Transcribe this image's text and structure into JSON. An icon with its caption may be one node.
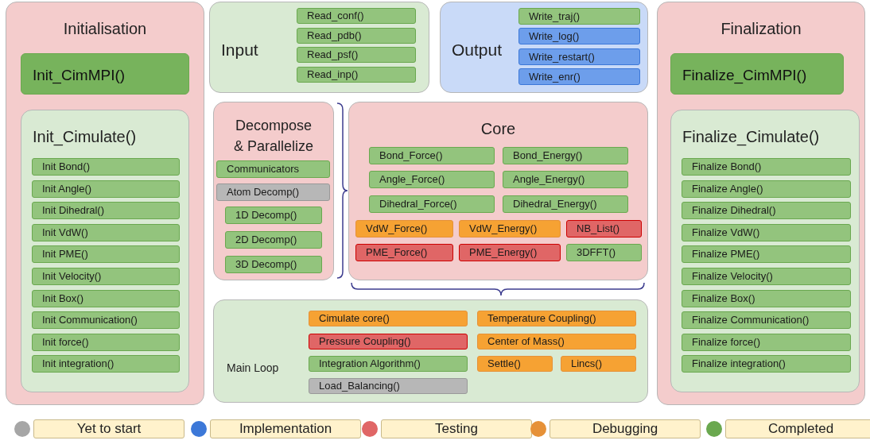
{
  "diagram": {
    "nodes": [
      {
        "text": [
          "Initialisation"
        ]
      },
      {
        "text": [
          "Init_CimMPI()"
        ],
        "in": 0
      },
      {
        "text": [
          "Init_Cimulate()"
        ],
        "in": 0
      },
      {
        "text": [
          "Init Bond()"
        ],
        "in": 2
      },
      {
        "text": [
          "Init Angle()"
        ],
        "in": 2
      },
      {
        "text": [
          "Init Dihedral()"
        ],
        "in": 2
      },
      {
        "text": [
          "Init VdW()"
        ],
        "in": 2
      },
      {
        "text": [
          "Init PME()"
        ],
        "in": 2
      },
      {
        "text": [
          "Init Velocity()"
        ],
        "in": 2
      },
      {
        "text": [
          "Init Box()"
        ],
        "in": 2
      },
      {
        "text": [
          "Init Communication()"
        ],
        "in": 2
      },
      {
        "text": [
          "Init force()"
        ],
        "in": 2
      },
      {
        "text": [
          "Init integration()"
        ],
        "in": 2
      },
      {
        "text": [
          "Input"
        ]
      },
      {
        "text": [
          "Read_conf()"
        ],
        "in": 13
      },
      {
        "text": [
          "Read_pdb()"
        ],
        "in": 13
      },
      {
        "text": [
          "Read_psf()"
        ],
        "in": 13
      },
      {
        "text": [
          "Read_inp()"
        ],
        "in": 13
      },
      {
        "text": [
          "Output"
        ]
      },
      {
        "text": [
          "Write_traj()"
        ],
        "in": 18
      },
      {
        "text": [
          "Write_log()"
        ],
        "in": 18
      },
      {
        "text": [
          "Write_restart()"
        ],
        "in": 18
      },
      {
        "text": [
          "Write_enr()"
        ],
        "in": 18
      },
      {
        "text": [
          "Decompose & Parallelize"
        ]
      },
      {
        "text": [
          "Communicators"
        ],
        "in": 23
      },
      {
        "text": [
          "Atom Decomp()"
        ],
        "in": 23
      },
      {
        "text": [
          "1D Decomp()"
        ],
        "in": 23
      },
      {
        "text": [
          "2D Decomp()"
        ],
        "in": 23
      },
      {
        "text": [
          "3D Decomp()"
        ],
        "in": 23
      },
      {
        "text": [
          "Core"
        ]
      },
      {
        "text": [
          "Bond_Force()"
        ],
        "in": 29
      },
      {
        "text": [
          "Bond_Energy()"
        ],
        "in": 29
      },
      {
        "text": [
          "Angle_Force()"
        ],
        "in": 29
      },
      {
        "text": [
          "Angle_Energy()"
        ],
        "in": 29
      },
      {
        "text": [
          "Dihedral_Force()"
        ],
        "in": 29
      },
      {
        "text": [
          "Dihedral_Energy()"
        ],
        "in": 29
      },
      {
        "text": [
          "VdW_Force()"
        ],
        "in": 29
      },
      {
        "text": [
          "VdW_Energy()"
        ],
        "in": 29
      },
      {
        "text": [
          "NB_List()"
        ],
        "in": 29
      },
      {
        "text": [
          "PME_Force()"
        ],
        "in": 29
      },
      {
        "text": [
          "PME_Energy()"
        ],
        "in": 29
      },
      {
        "text": [
          "3DFFT()"
        ],
        "in": 29
      },
      {
        "text": [
          "Main Loop"
        ]
      },
      {
        "text": [
          "Cimulate core()"
        ],
        "in": 42
      },
      {
        "text": [
          "Pressure Coupling()"
        ],
        "in": 42
      },
      {
        "text": [
          "Integration Algorithm()"
        ],
        "in": 42
      },
      {
        "text": [
          "Load_Balancing()"
        ],
        "in": 42
      },
      {
        "text": [
          "Temperature Coupling()"
        ],
        "in": 42
      },
      {
        "text": [
          "Center of Mass()"
        ],
        "in": 42
      },
      {
        "text": [
          "Settle()"
        ],
        "in": 42
      },
      {
        "text": [
          "Lincs()"
        ],
        "in": 42
      },
      {
        "text": [
          "Finalization"
        ]
      },
      {
        "text": [
          "Finalize_CimMPI()"
        ],
        "in": 51
      },
      {
        "text": [
          "Finalize_Cimulate()"
        ],
        "in": 51
      },
      {
        "text": [
          "Finalize Bond()"
        ],
        "in": 53
      },
      {
        "text": [
          "Finalize Angle()"
        ],
        "in": 53
      },
      {
        "text": [
          "Finalize Dihedral()"
        ],
        "in": 53
      },
      {
        "text": [
          "Finalize VdW()"
        ],
        "in": 53
      },
      {
        "text": [
          "Finalize PME()"
        ],
        "in": 53
      },
      {
        "text": [
          "Finalize Velocity()"
        ],
        "in": 53
      },
      {
        "text": [
          "Finalize Box()"
        ],
        "in": 53
      },
      {
        "text": [
          "Finalize Communication()"
        ],
        "in": 53
      },
      {
        "text": [
          "Finalize force()"
        ],
        "in": 53
      },
      {
        "text": [
          "Finalize integration()"
        ],
        "in": 53
      }
    ],
    "legend": [
      {
        "text": "Yet to start",
        "color": "#a6a6a6"
      },
      {
        "text": "Implementation",
        "color": "#3c78d8"
      },
      {
        "text": "Testing",
        "color": "#e06666"
      },
      {
        "text": "Debugging",
        "color": "#e69138"
      },
      {
        "text": "Completed",
        "color": "#6aa84f"
      }
    ]
  }
}
